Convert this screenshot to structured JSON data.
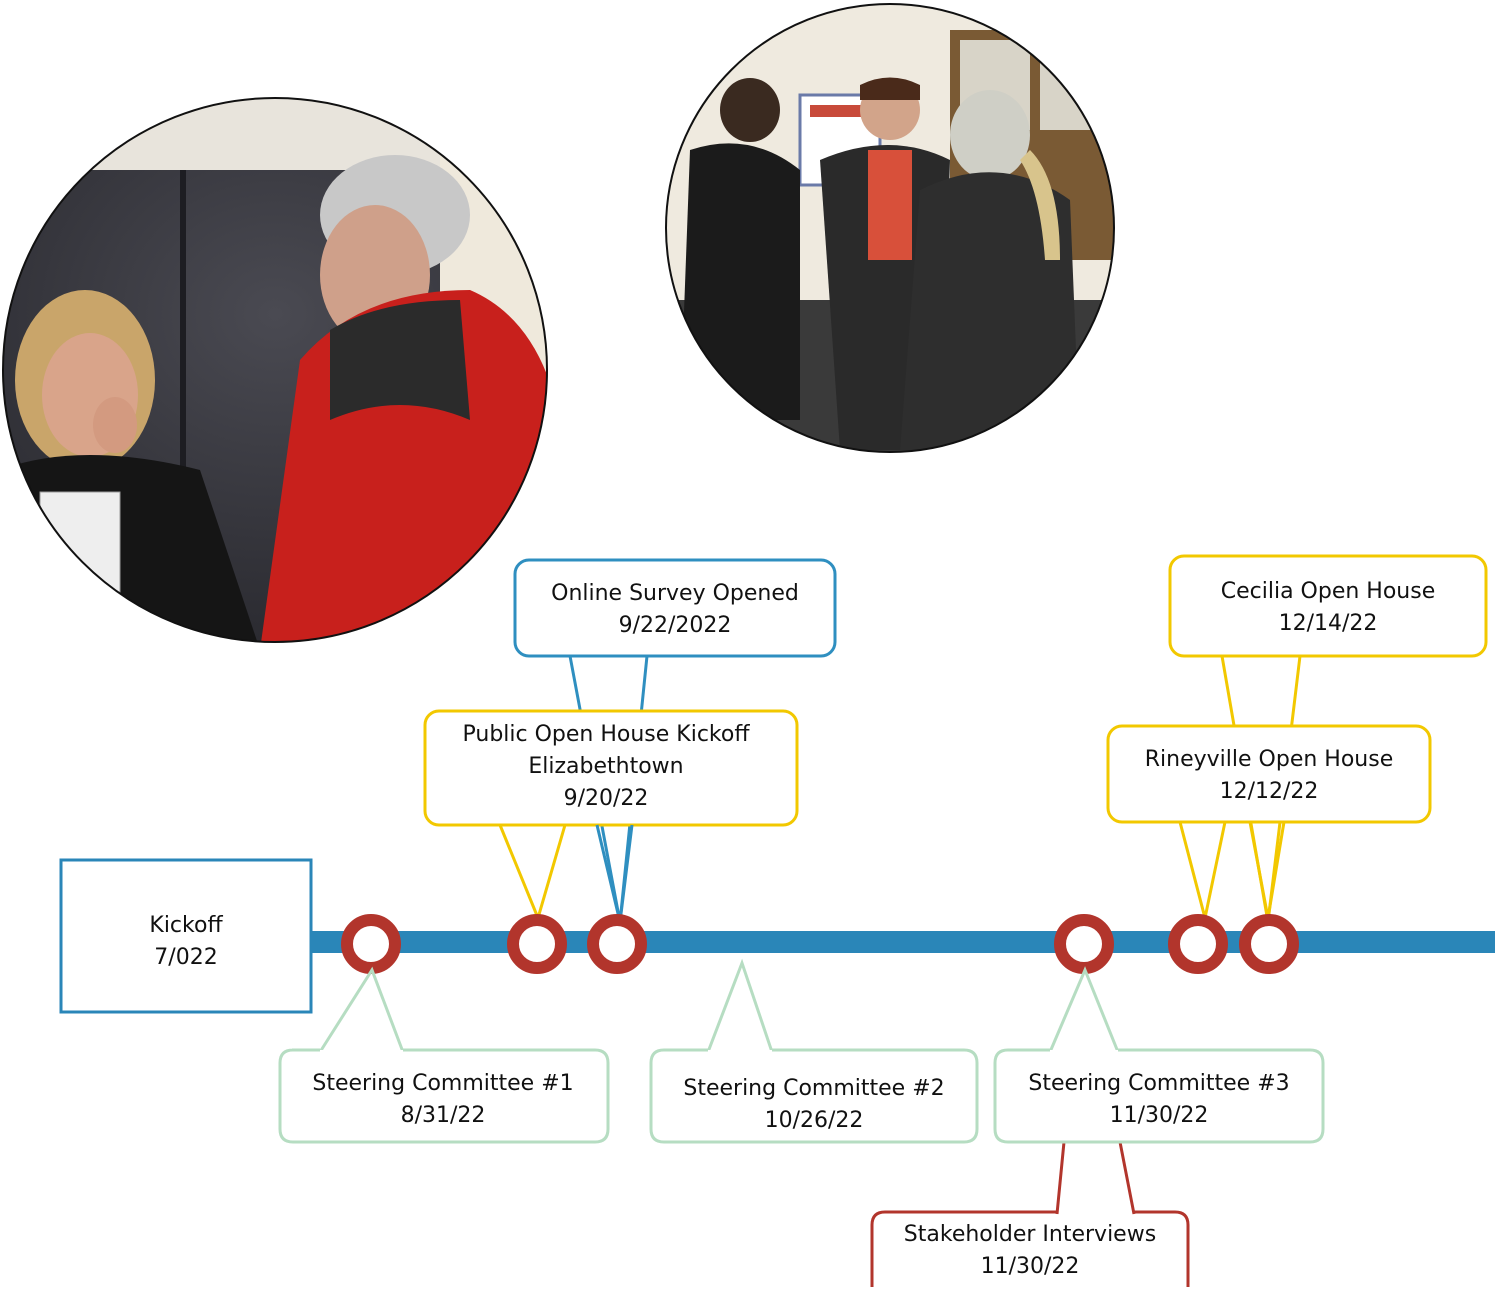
{
  "colors": {
    "timeline": "#2a86b8",
    "milestone": "#b2352c",
    "survey": "#2f8fc0",
    "open_house": "#f2c800",
    "steering": "#b6ddc2",
    "stakeholder": "#b2352c"
  },
  "photos": [
    {
      "name": "open-house-photo-left",
      "subject": "woman and man in red jacket talking"
    },
    {
      "name": "open-house-photo-right",
      "subject": "attendees talking at open house"
    }
  ],
  "kickoff": {
    "title": "Kickoff",
    "date": "7/022"
  },
  "callouts": {
    "survey": {
      "line1": "Online Survey Opened",
      "line2": "9/22/2022"
    },
    "public_kickoff": {
      "line1": "Public Open House Kickoff",
      "line2": "Elizabethtown",
      "line3": "9/20/22"
    },
    "cecilia": {
      "line1": "Cecilia Open House",
      "line2": "12/14/22"
    },
    "rineyville": {
      "line1": "Rineyville Open House",
      "line2": "12/12/22"
    },
    "steering1": {
      "line1": "Steering Committee #1",
      "line2": "8/31/22"
    },
    "steering2": {
      "line1": "Steering Committee #2",
      "line2": "10/26/22"
    },
    "steering3": {
      "line1": "Steering Committee #3",
      "line2": "11/30/22"
    },
    "stakeholder": {
      "line1": "Stakeholder Interviews",
      "line2": "11/30/22"
    }
  }
}
